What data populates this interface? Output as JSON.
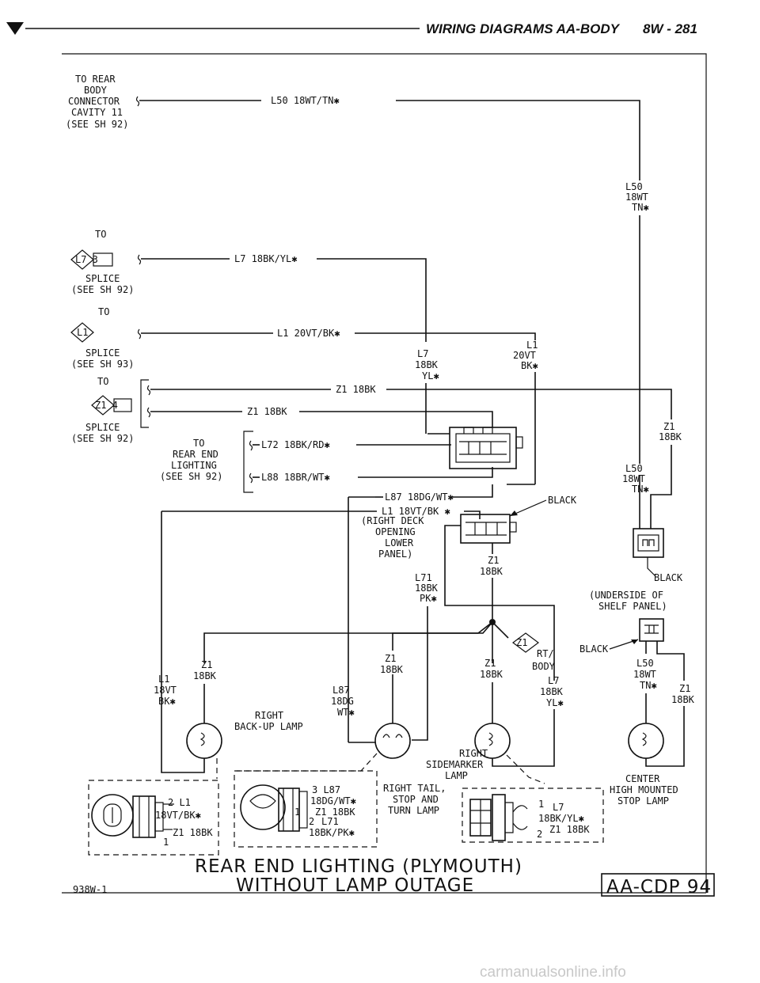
{
  "header": {
    "title": "WIRING DIAGRAMS AA-BODY",
    "page": "8W - 281"
  },
  "refs": {
    "rear_body": [
      "TO REAR",
      "BODY",
      "CONNECTOR",
      "CAVITY 11",
      "(SEE SH 92)"
    ],
    "splice_l7": {
      "to": "TO",
      "tag": "L7 3",
      "caption": [
        "SPLICE",
        "(SEE SH 92)"
      ]
    },
    "splice_l1": {
      "to": "TO",
      "tag": "L1",
      "caption": [
        "SPLICE",
        "(SEE SH 93)"
      ]
    },
    "splice_z1": {
      "to": "TO",
      "tag": "Z1 4",
      "caption": [
        "SPLICE",
        "(SEE SH 92)"
      ]
    },
    "rear_end_lighting": [
      "TO",
      "REAR END",
      "LIGHTING",
      "(SEE SH 92)"
    ]
  },
  "wires": {
    "l50_top": "L50 18WT/TN✱",
    "l7_top": "L7 18BK/YL✱",
    "l1_top": "L1 20VT/BK✱",
    "z1_a": "Z1 18BK",
    "z1_b": "Z1 18BK",
    "l72": "L72 18BK/RD✱",
    "l88": "L88 18BR/WT✱",
    "l87": "L87 18DG/WT✱",
    "l1_b": "L1 18VT/BK ✱",
    "l50_right": [
      "L50",
      "18WT",
      "TN✱"
    ],
    "l7_mid": [
      "L7",
      "18BK",
      "YL✱"
    ],
    "l1_mid": [
      "L1",
      "20VT",
      "BK✱"
    ],
    "z1_right": [
      "Z1",
      "18BK"
    ],
    "l50_mid": [
      "L50",
      "18WT",
      "TN✱"
    ],
    "z1_deck": [
      "Z1",
      "18BK"
    ],
    "l71_deck": [
      "L71",
      "18BK",
      "PK✱"
    ],
    "z1_backup": [
      "Z1",
      "18BK"
    ],
    "l1_backup": [
      "L1",
      "18VT",
      "BK✱"
    ],
    "z1_tail": [
      "Z1",
      "18BK"
    ],
    "l87_tail": [
      "L87",
      "18DG",
      "WT✱"
    ],
    "z1_side": [
      "Z1",
      "18BK"
    ],
    "l7_side": [
      "L7",
      "18BK",
      "YL✱"
    ],
    "l50_chmsl": [
      "L50",
      "18WT",
      "TN✱"
    ],
    "z1_chmsl": [
      "Z1",
      "18BK"
    ]
  },
  "ground": {
    "tag": "Z1",
    "label": [
      "RT/",
      "BODY"
    ]
  },
  "connectors": {
    "deck_label": [
      "(RIGHT DECK",
      "OPENING",
      "LOWER",
      "PANEL)"
    ],
    "black_1": "BLACK",
    "black_2": "BLACK",
    "black_3": "BLACK",
    "shelf_label": [
      "(UNDERSIDE OF",
      "SHELF PANEL)"
    ]
  },
  "lamps": {
    "backup": [
      "RIGHT",
      "BACK-UP LAMP"
    ],
    "sidemarker": [
      "RIGHT",
      "SIDEMARKER",
      "LAMP"
    ],
    "tail": [
      "RIGHT TAIL,",
      "STOP AND",
      "TURN LAMP"
    ],
    "chmsl": [
      "CENTER",
      "HIGH MOUNTED",
      "STOP LAMP"
    ]
  },
  "pinouts": {
    "backup": {
      "pin2": "2 L1",
      "pin2_color": "18VT/BK✱",
      "pin1": "Z1 18BK",
      "pin1_num": "1"
    },
    "tail": {
      "l87": "3 L87",
      "l87_color": "18DG/WT✱",
      "p1": "1",
      "z1": "Z1 18BK",
      "p2": "2",
      "l71": "L71",
      "l71_color": "18BK/PK✱"
    },
    "sidemarker": {
      "p1": "1",
      "l7": "L7",
      "l7_color": "18BK/YL✱",
      "p2": "2",
      "z1": "Z1 18BK"
    }
  },
  "footer": {
    "title": "REAR END LIGHTING (PLYMOUTH)",
    "subtitle": "WITHOUT LAMP OUTAGE",
    "code": "938W-1",
    "box": "AA-CDP 94"
  },
  "watermark": "carmanualsonline.info"
}
